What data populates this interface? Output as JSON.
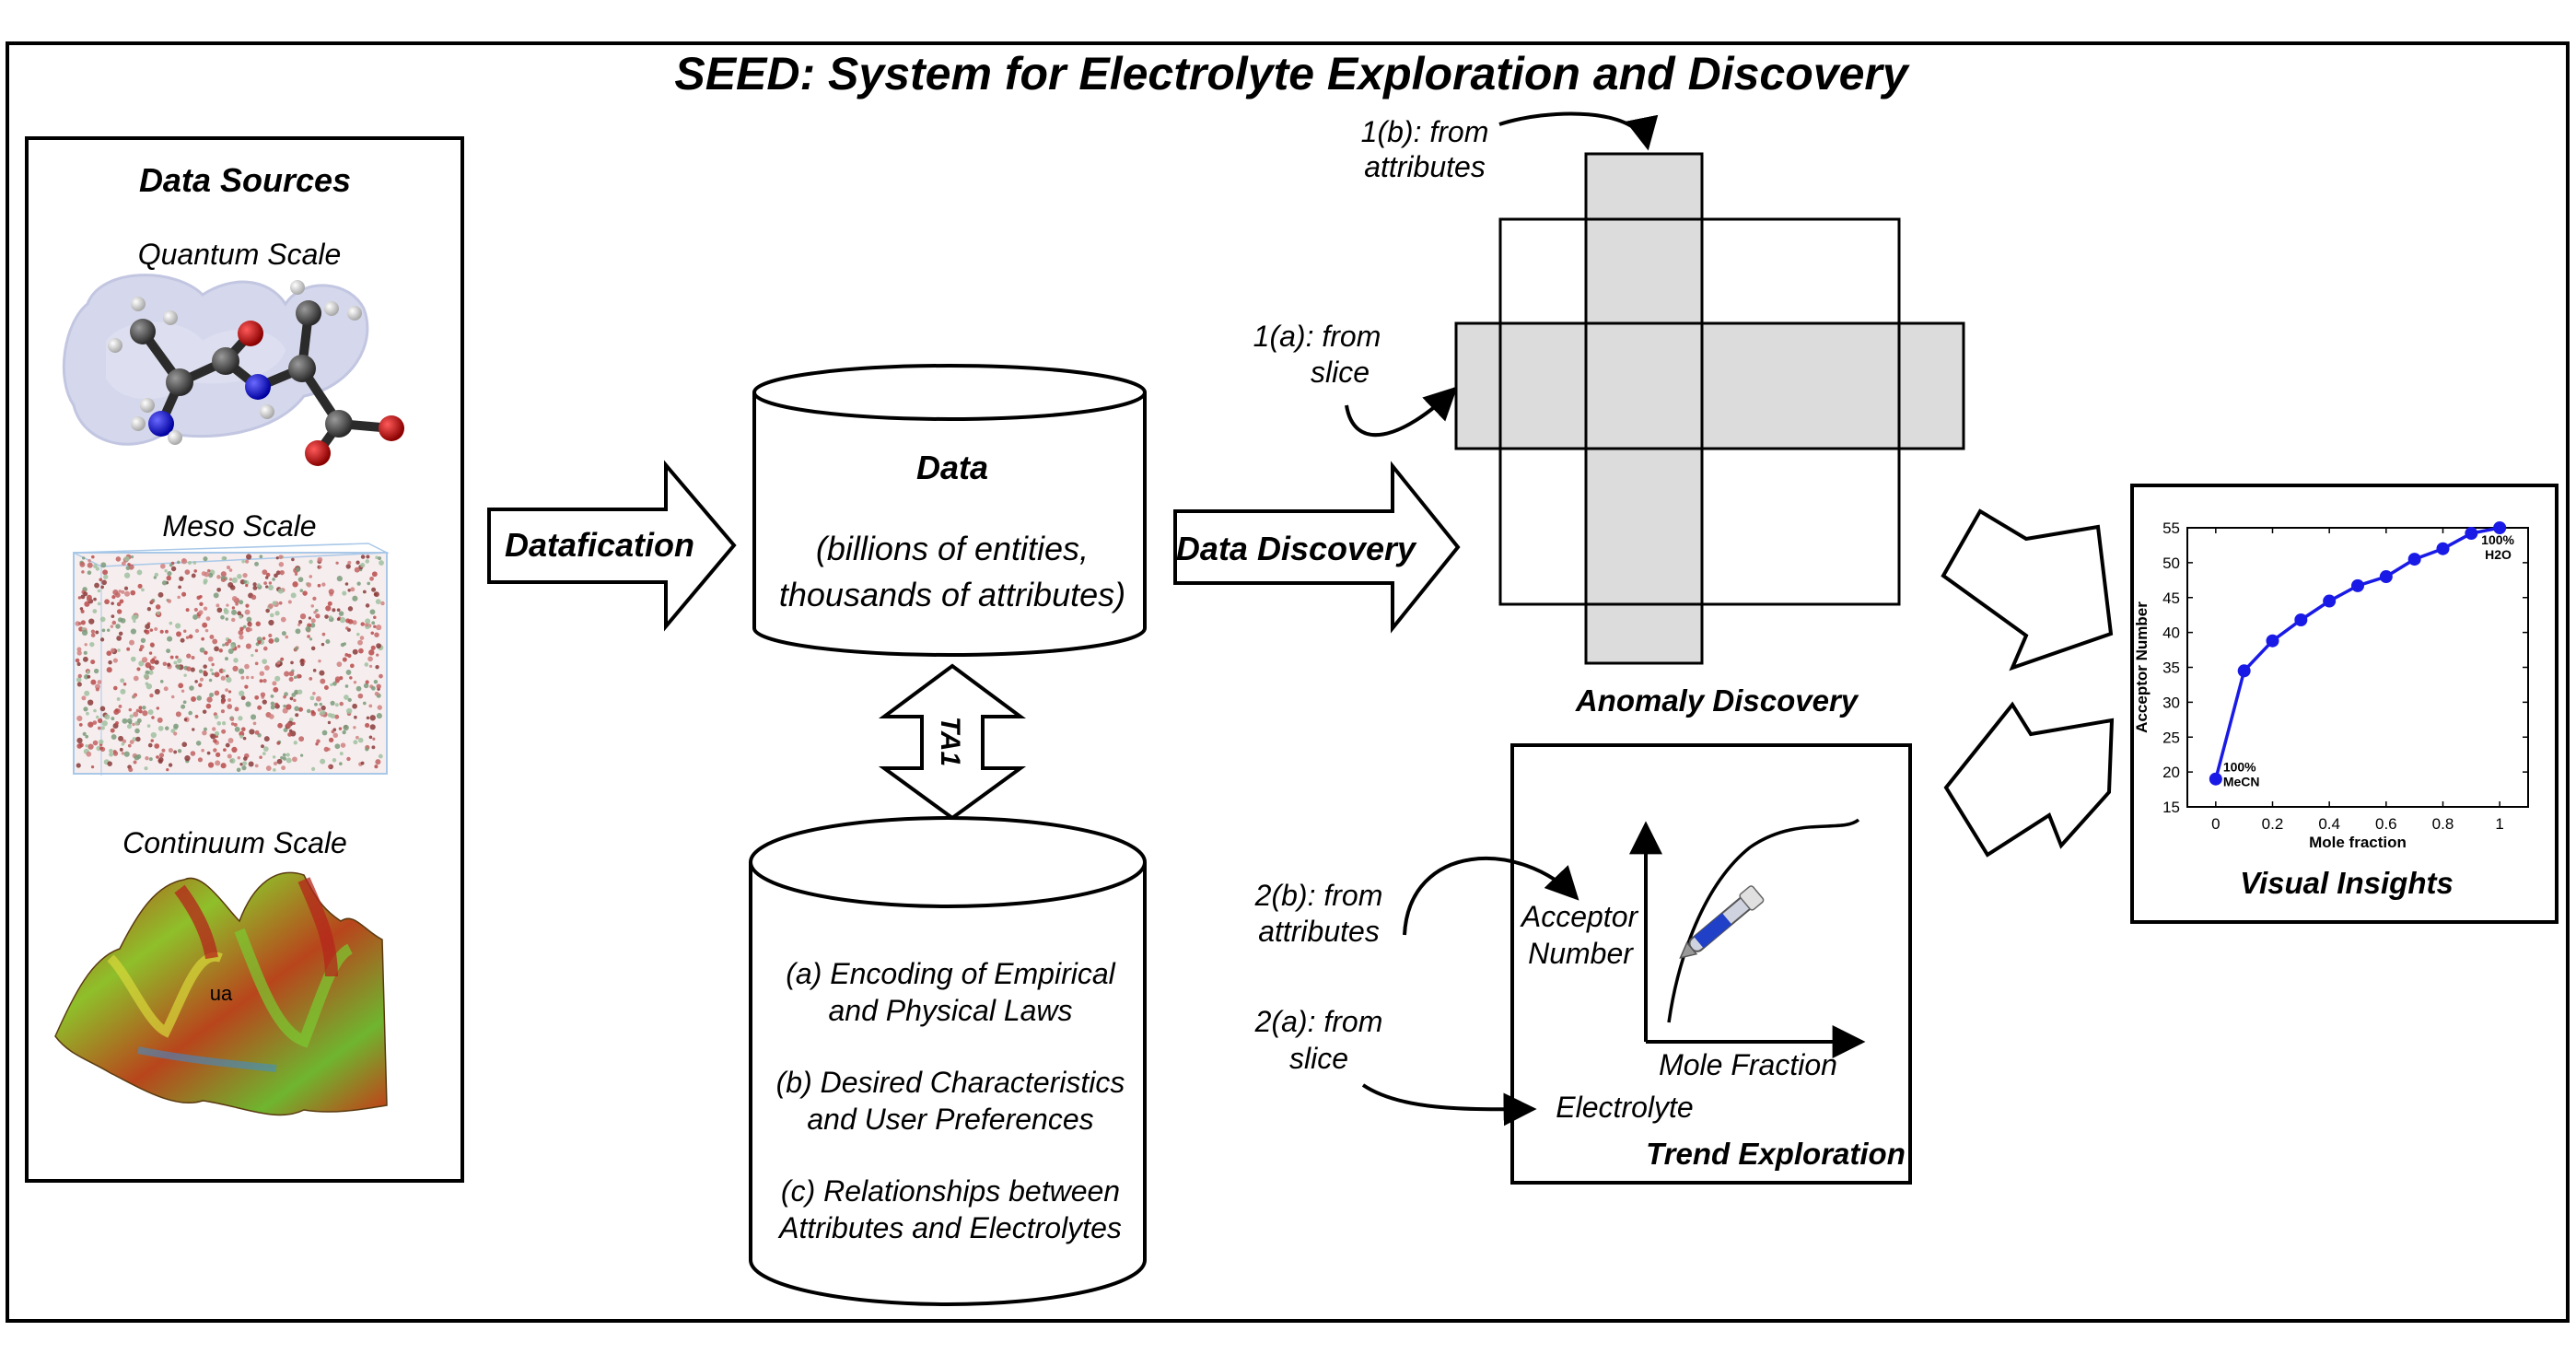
{
  "title": "SEED: System for Electrolyte Exploration and Discovery",
  "data_sources": {
    "heading": "Data Sources",
    "quantum_label": "Quantum Scale",
    "meso_label": "Meso Scale",
    "continuum_label": "Continuum Scale",
    "continuum_overlay": "ua"
  },
  "datafication_label": "Datafication",
  "data_store": {
    "title": "Data",
    "line1": "(billions of entities,",
    "line2": "thousands of attributes)"
  },
  "ta1_label": "TA1",
  "knowledge_store": {
    "a_line1": "(a) Encoding of Empirical",
    "a_line2": "and Physical Laws",
    "b_line1": "(b) Desired Characteristics",
    "b_line2": "and User Preferences",
    "c_line1": "(c) Relationships between",
    "c_line2": "Attributes and Electrolytes"
  },
  "data_discovery_label": "Data Discovery",
  "anomaly": {
    "label_1b_line1": "1(b): from",
    "label_1b_line2": "attributes",
    "label_1a_line1": "1(a): from",
    "label_1a_line2": "slice",
    "caption": "Anomaly Discovery"
  },
  "trend": {
    "label_2b_line1": "2(b): from",
    "label_2b_line2": "attributes",
    "label_2a_line1": "2(a): from",
    "label_2a_line2": "slice",
    "y_axis_line1": "Acceptor",
    "y_axis_line2": "Number",
    "x_axis": "Mole Fraction",
    "z_axis": "Electrolyte",
    "caption": "Trend Exploration"
  },
  "visual_insights": {
    "caption": "Visual Insights",
    "colors": {
      "series": "#1a1ae6"
    },
    "chart_data": {
      "type": "line",
      "x": [
        0,
        0.1,
        0.2,
        0.3,
        0.4,
        0.5,
        0.6,
        0.7,
        0.8,
        0.9,
        1.0
      ],
      "y": [
        19,
        34.5,
        38.8,
        41.8,
        44.5,
        46.7,
        48,
        50.5,
        52,
        54.2,
        55
      ],
      "xlabel": "Mole fraction",
      "ylabel": "Acceptor Number",
      "xlim": [
        -0.1,
        1.1
      ],
      "ylim": [
        15,
        55
      ],
      "xticks": [
        "0",
        "0.2",
        "0.4",
        "0.6",
        "0.8",
        "1"
      ],
      "yticks": [
        "15",
        "20",
        "25",
        "30",
        "35",
        "40",
        "45",
        "50",
        "55"
      ],
      "annotation_start_line1": "100%",
      "annotation_start_line2": "MeCN",
      "annotation_end_line1": "100%",
      "annotation_end_line2": "H2O"
    }
  }
}
